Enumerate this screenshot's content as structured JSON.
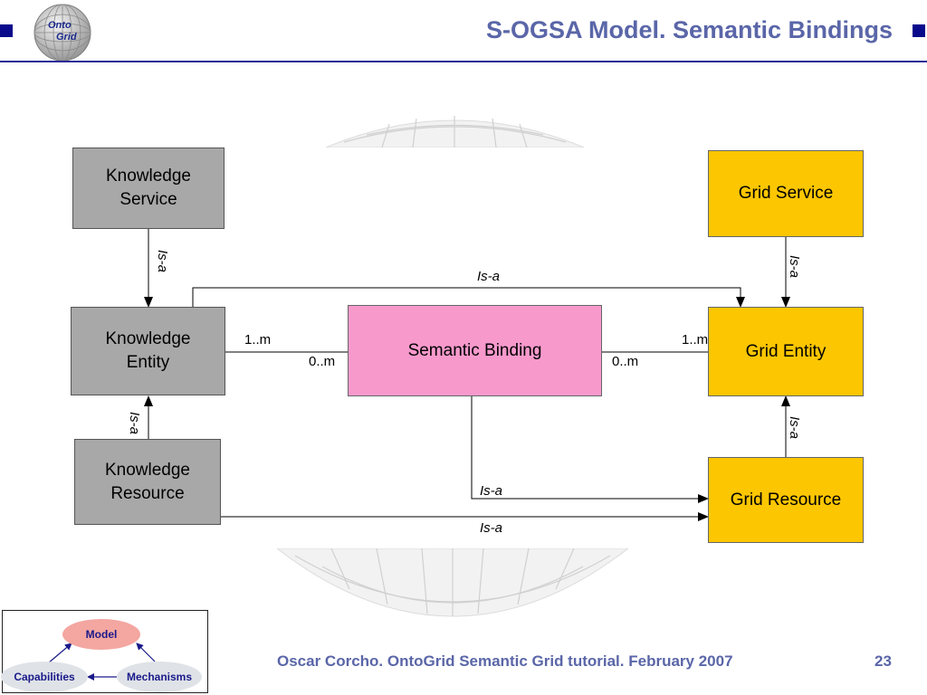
{
  "header": {
    "title": "S-OGSA Model. Semantic Bindings",
    "logo_text_top": "Onto",
    "logo_text_bottom": "Grid"
  },
  "diagram": {
    "boxes": {
      "knowledge_service": "Knowledge\nService",
      "knowledge_entity": "Knowledge\nEntity",
      "knowledge_resource": "Knowledge\nResource",
      "semantic_binding": "Semantic Binding",
      "grid_service": "Grid Service",
      "grid_entity": "Grid Entity",
      "grid_resource": "Grid Resource"
    },
    "labels": {
      "isa": "Is-a",
      "ke_mult": "1..m",
      "sb_left_mult": "0..m",
      "sb_right_mult": "0..m",
      "ge_mult": "1..m"
    }
  },
  "nav": {
    "model": "Model",
    "capabilities": "Capabilities",
    "mechanisms": "Mechanisms"
  },
  "footer": {
    "text": "Oscar Corcho. OntoGrid Semantic Grid tutorial. February 2007",
    "page": "23"
  },
  "colors": {
    "title": "#5a66a8",
    "knowledge_box": "#a8a8a8",
    "grid_box": "#fcc600",
    "binding_box": "#f899cc"
  }
}
